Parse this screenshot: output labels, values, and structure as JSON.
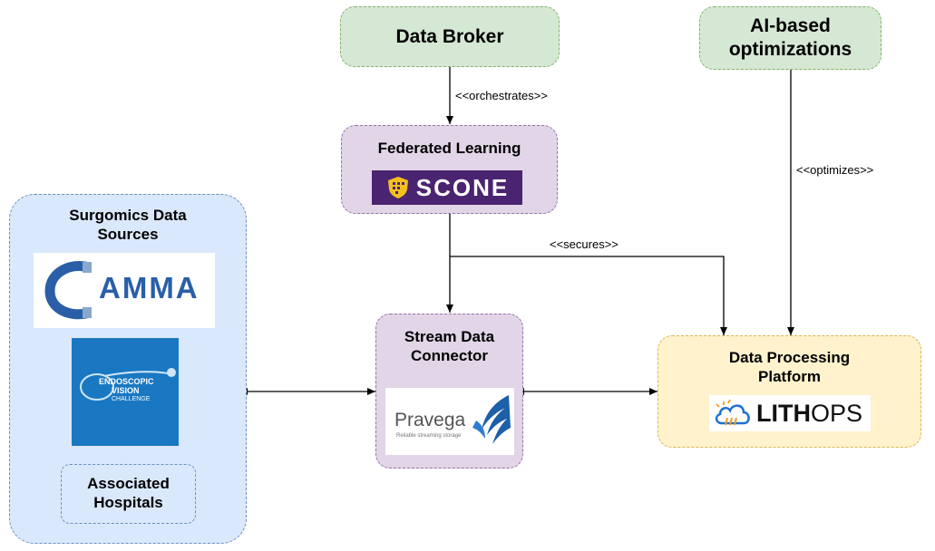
{
  "nodes": {
    "data_broker": {
      "title": "Data Broker"
    },
    "ai_opt": {
      "title_line1": "AI-based",
      "title_line2": "optimizations"
    },
    "federated": {
      "title": "Federated Learning",
      "logo_text": "SCONE"
    },
    "stream": {
      "title_line1": "Stream Data",
      "title_line2": "Connector",
      "logo_text": "Pravega",
      "logo_tagline": "Reliable streaming storage"
    },
    "processing": {
      "title_line1": "Data Processing",
      "title_line2": "Platform",
      "logo_text_bold": "LITH",
      "logo_text_light": "OPS"
    },
    "sources": {
      "title_line1": "Surgomics Data",
      "title_line2": "Sources",
      "camma_text": "AMMA",
      "evc_line1": "ENDOSCOPIC",
      "evc_line2": "VISION",
      "evc_line3": "CHALLENGE",
      "hospitals_line1": "Associated",
      "hospitals_line2": "Hospitals"
    }
  },
  "edges": {
    "orchestrates": "<<orchestrates>>",
    "optimizes": "<<optimizes>>",
    "secures": "<<secures>>"
  },
  "colors": {
    "green_fill": "#d5e8d4",
    "purple_fill": "#e1d5e7",
    "blue_fill": "#dae8fc",
    "yellow_fill": "#fff2cc",
    "scone_bg": "#4a2470",
    "evc_bg": "#1a78c2",
    "camma_blue": "#2a5fa8"
  }
}
